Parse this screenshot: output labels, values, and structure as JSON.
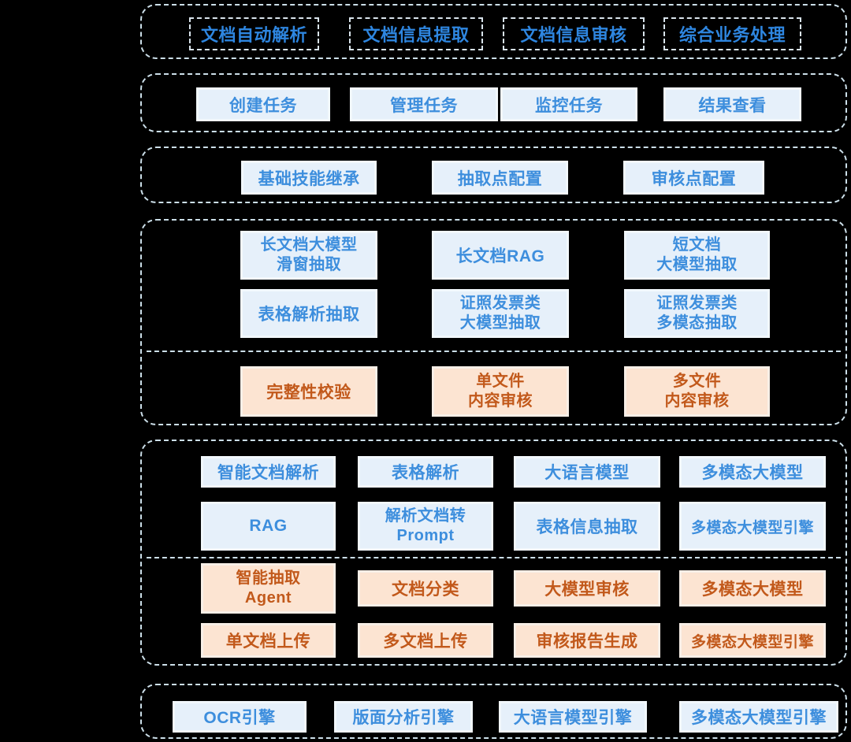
{
  "colors": {
    "background": "#000000",
    "container_border": "#ccdfe9",
    "outlined_chip_text": "#2e86e0",
    "blue_chip_fill": "#e6f0fa",
    "blue_chip_text": "#3d8edd",
    "orange_chip_fill": "#fce4d2",
    "orange_chip_text": "#c2591b"
  },
  "layers": {
    "application": {
      "items": [
        "文档自动解析",
        "文档信息提取",
        "文档信息审核",
        "综合业务处理"
      ]
    },
    "tasks": {
      "items": [
        "创建任务",
        "管理任务",
        "监控任务",
        "结果查看"
      ]
    },
    "config": {
      "items": [
        "基础技能继承",
        "抽取点配置",
        "审核点配置"
      ]
    },
    "extraction": {
      "blue": [
        "长文档大模型\n滑窗抽取",
        "长文档RAG",
        "短文档\n大模型抽取",
        "表格解析抽取",
        "证照发票类\n大模型抽取",
        "证照发票类\n多模态抽取"
      ],
      "orange": [
        "完整性校验",
        "单文件\n内容审核",
        "多文件\n内容审核"
      ]
    },
    "capability": {
      "blue": [
        "智能文档解析",
        "表格解析",
        "大语言模型",
        "多模态大模型",
        "RAG",
        "解析文档转\nPrompt",
        "表格信息抽取",
        "多模态大模型引擎"
      ],
      "orange": [
        "智能抽取\nAgent",
        "文档分类",
        "大模型审核",
        "多模态大模型",
        "单文档上传",
        "多文档上传",
        "审核报告生成",
        "多模态大模型引擎"
      ]
    },
    "engines": {
      "items": [
        "OCR引擎",
        "版面分析引擎",
        "大语言模型引擎",
        "多模态大模型引擎"
      ]
    }
  }
}
